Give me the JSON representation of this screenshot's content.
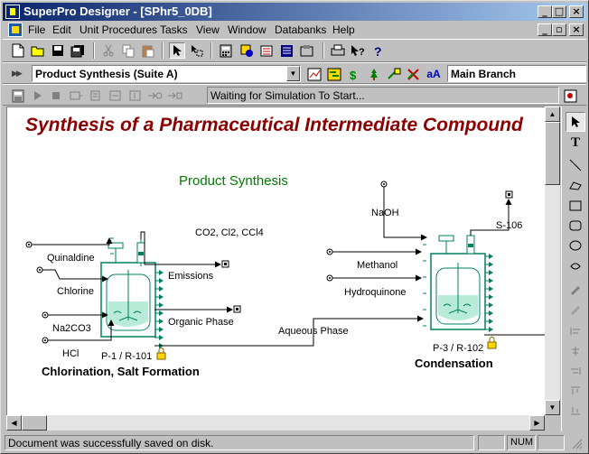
{
  "window": {
    "title": "SuperPro Designer - [SPhr5_0DB]"
  },
  "menu": {
    "items": [
      {
        "label": "File"
      },
      {
        "label": "Edit"
      },
      {
        "label": "Unit Procedures"
      },
      {
        "label": "Tasks"
      },
      {
        "label": "View"
      },
      {
        "label": "Window"
      },
      {
        "label": "Databanks"
      },
      {
        "label": "Help"
      }
    ]
  },
  "toolbar2": {
    "section_combo": "Product Synthesis (Suite A)",
    "branch_field": "Main Branch",
    "font_button": "aA"
  },
  "toolbar3": {
    "sim_status": "Waiting for Simulation To Start..."
  },
  "flowsheet": {
    "title": "Synthesis of a Pharmaceutical Intermediate Compound",
    "section_label": "Product Synthesis",
    "streams": {
      "quinaldine": "Quinaldine",
      "chlorine": "Chlorine",
      "na2co3": "Na2CO3",
      "hcl": "HCl",
      "vent_label": "CO2, Cl2, CCl4",
      "emissions": "Emissions",
      "organic_phase": "Organic Phase",
      "aqueous_phase": "Aqueous Phase",
      "naoh": "NaOH",
      "s106": "S-106",
      "methanol": "Methanol",
      "hydroquinone": "Hydroquinone"
    },
    "units": [
      {
        "tag": "P-1 / R-101",
        "name": "Chlorination, Salt Formation"
      },
      {
        "tag": "P-3 / R-102",
        "name": "Condensation"
      }
    ]
  },
  "statusbar": {
    "message": "Document was successfully saved on disk.",
    "num": "NUM"
  },
  "colors": {
    "title_color": "#8b0000",
    "section_color": "#007a00",
    "equipment_color": "#008060"
  }
}
